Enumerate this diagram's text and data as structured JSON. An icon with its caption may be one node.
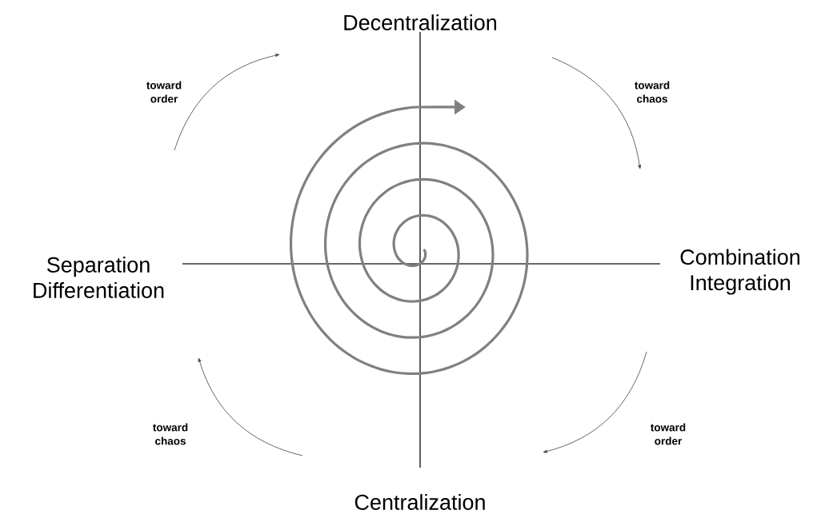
{
  "diagram": {
    "labels": [
      "Decentralization",
      "toward order",
      "toward chaos",
      "Separation Differentiation",
      "Combination Integration",
      "toward chaos",
      "toward order",
      "Centralization"
    ]
  }
}
